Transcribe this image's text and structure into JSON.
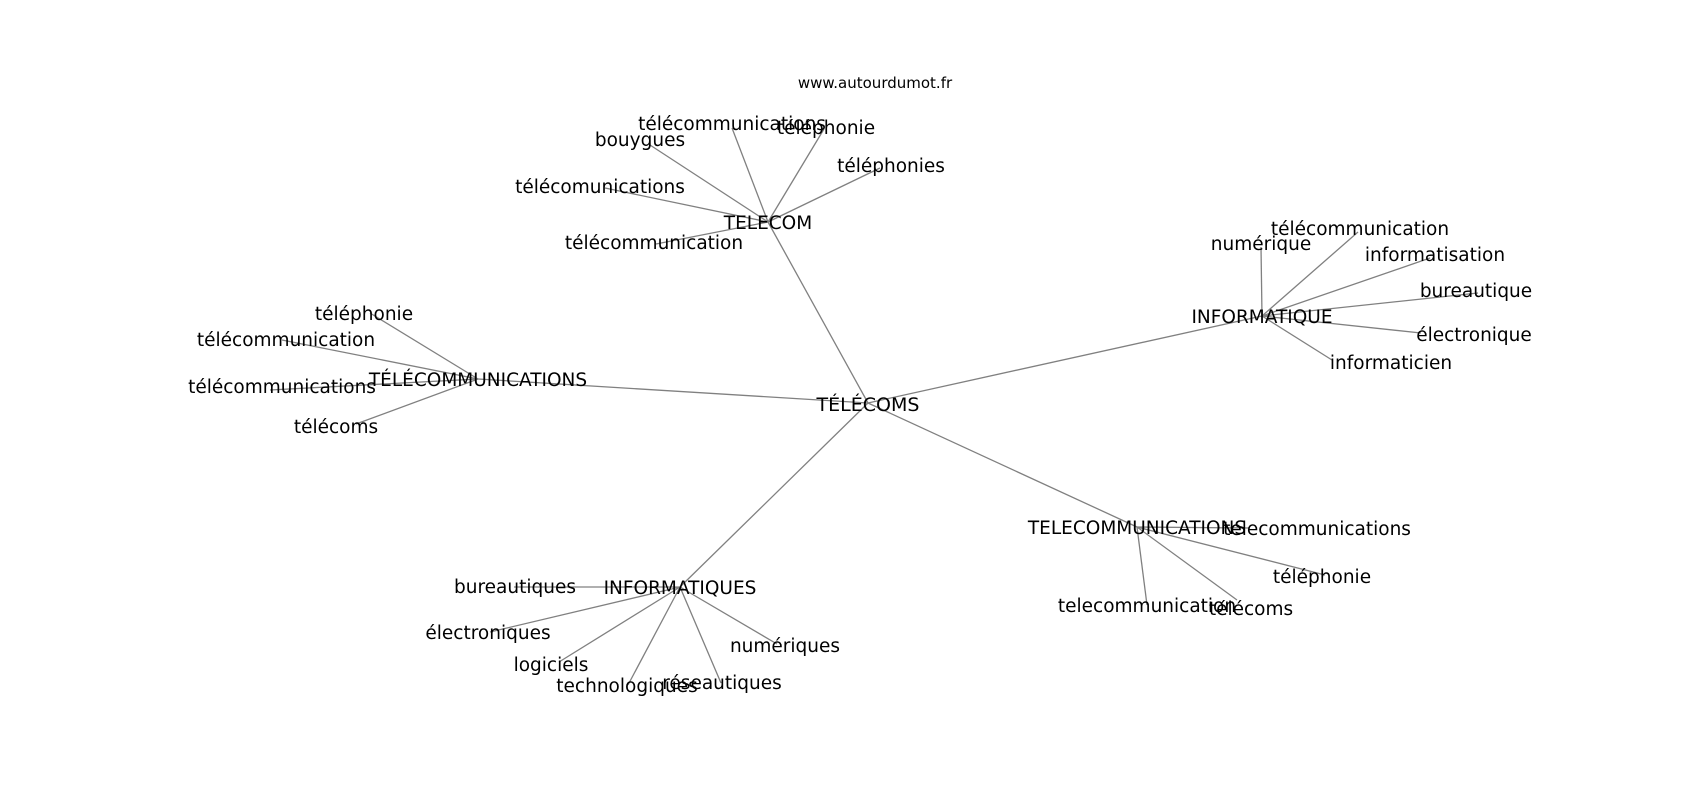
{
  "source": "www.autourdumot.fr",
  "center": {
    "label": "TÉLÉCOMS"
  },
  "clusters": [
    {
      "key": "telecom",
      "label": "TELECOM",
      "leaves": [
        "télécommunications",
        "bouygues",
        "téléphonie",
        "téléphonies",
        "télécomunications",
        "télécommunication"
      ]
    },
    {
      "key": "informatique",
      "label": "INFORMATIQUE",
      "leaves": [
        "numérique",
        "télécommunication",
        "informatisation",
        "bureautique",
        "électronique",
        "informaticien"
      ]
    },
    {
      "key": "telecommunications-accent",
      "label": "TÉLÉCOMMUNICATIONS",
      "leaves": [
        "téléphonie",
        "télécommunication",
        "télécommunications",
        "télécoms"
      ]
    },
    {
      "key": "informatiques",
      "label": "INFORMATIQUES",
      "leaves": [
        "bureautiques",
        "électroniques",
        "logiciels",
        "technologiques",
        "réseautiques",
        "numériques"
      ]
    },
    {
      "key": "telecommunications",
      "label": "TELECOMMUNICATIONS",
      "leaves": [
        "telecommunications",
        "téléphonie",
        "telecommunication",
        "télécoms"
      ]
    }
  ]
}
